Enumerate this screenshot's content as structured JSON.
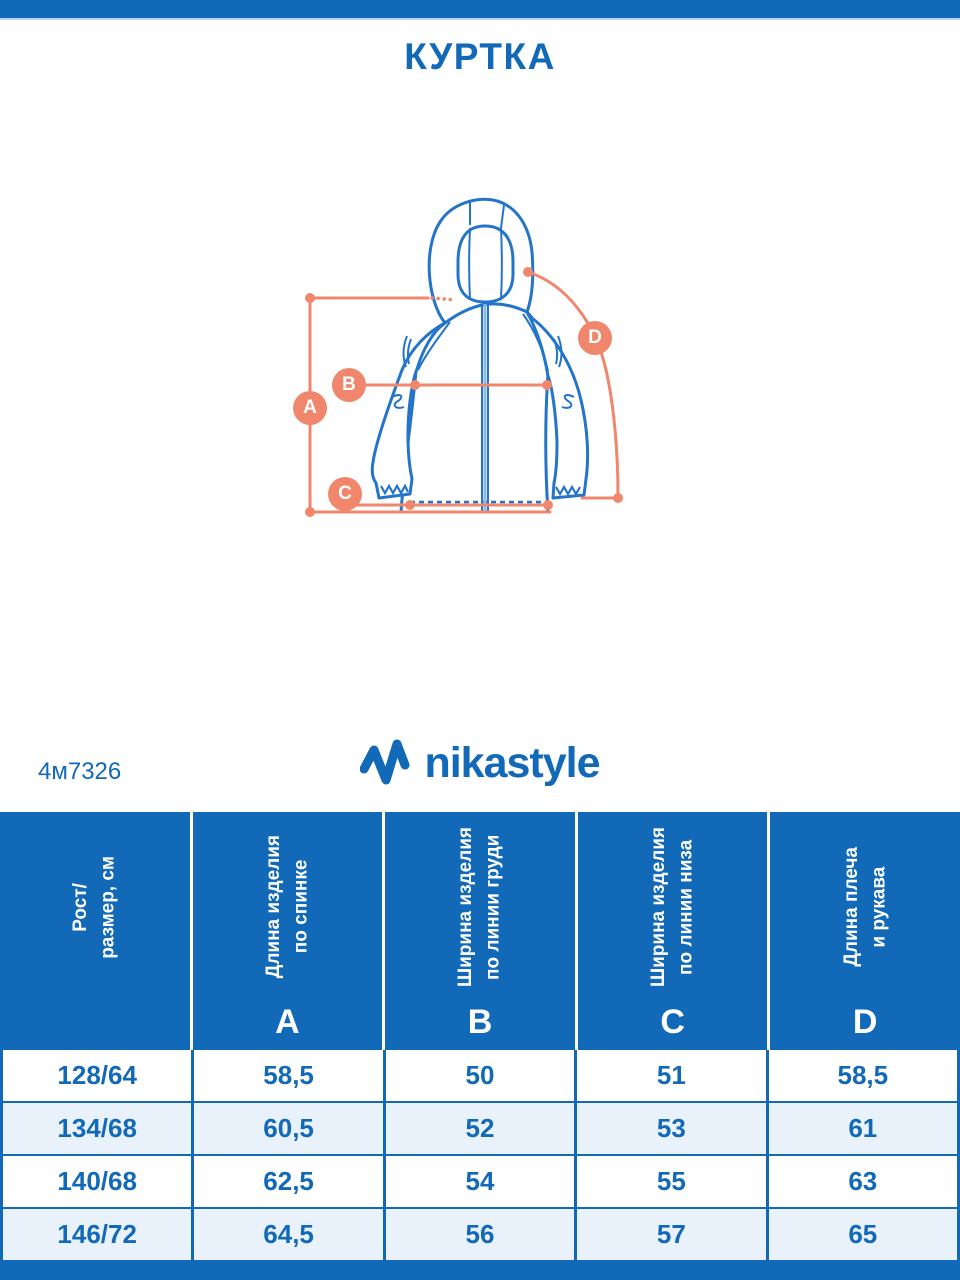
{
  "page": {
    "title": "КУРТКА",
    "article": "4м7326",
    "brand": "nikastyle"
  },
  "colors": {
    "primary_blue": "#1169b8",
    "drawing_blue": "#2474c9",
    "accent_coral": "#f0876c",
    "row_alt": "#e9f2fb",
    "divider_light": "#b5d2ee"
  },
  "diagram": {
    "garment": "jacket-front-view-with-hood",
    "markers": [
      {
        "label": "A"
      },
      {
        "label": "B"
      },
      {
        "label": "C"
      },
      {
        "label": "D"
      }
    ]
  },
  "table": {
    "columns": [
      {
        "label": "Рост/\nразмер, см",
        "letter": ""
      },
      {
        "label": "Длина изделия\nпо спинке",
        "letter": "A"
      },
      {
        "label": "Ширина изделия\nпо линии груди",
        "letter": "B"
      },
      {
        "label": "Ширина изделия\nпо линии низа",
        "letter": "C"
      },
      {
        "label": "Длина плеча\nи рукава",
        "letter": "D"
      }
    ],
    "rows": [
      {
        "size": "128/64",
        "a": "58,5",
        "b": "50",
        "c": "51",
        "d": "58,5"
      },
      {
        "size": "134/68",
        "a": "60,5",
        "b": "52",
        "c": "53",
        "d": "61"
      },
      {
        "size": "140/68",
        "a": "62,5",
        "b": "54",
        "c": "55",
        "d": "63"
      },
      {
        "size": "146/72",
        "a": "64,5",
        "b": "56",
        "c": "57",
        "d": "65"
      }
    ]
  }
}
